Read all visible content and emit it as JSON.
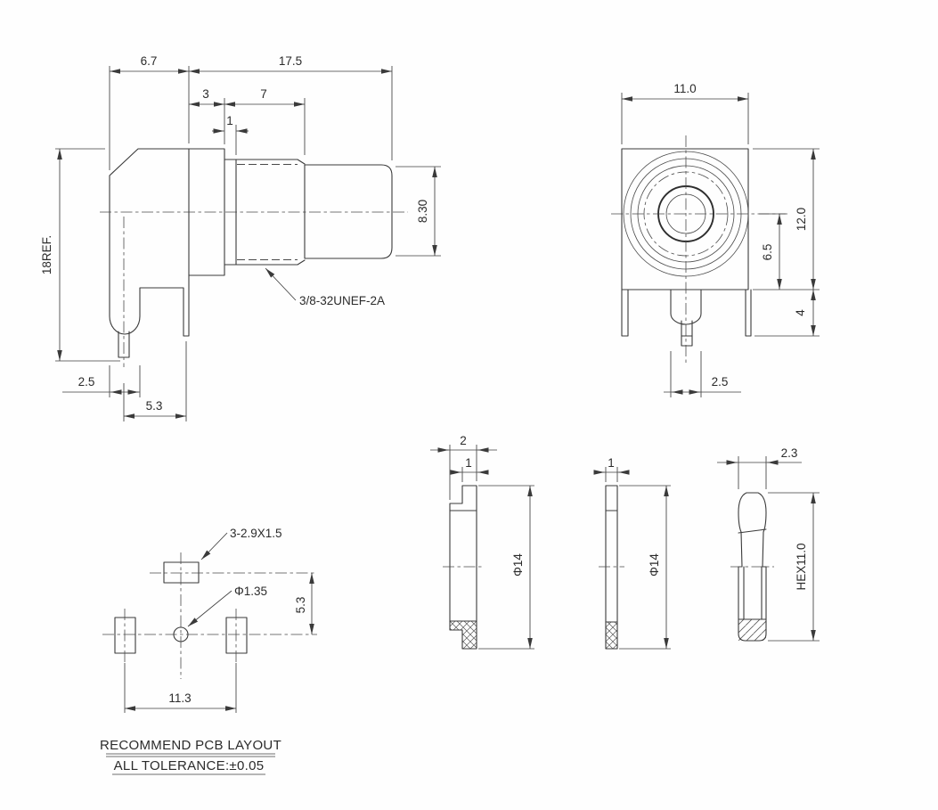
{
  "side": {
    "d67": "6.7",
    "d175": "17.5",
    "d3": "3",
    "d7": "7",
    "d1": "1",
    "d830": "8.30",
    "dref": "18REF.",
    "d25": "2.5",
    "d53": "5.3",
    "thread": "3/8-32UNEF-2A"
  },
  "front": {
    "d110": "11.0",
    "d120": "12.0",
    "d65": "6.5",
    "d4": "4",
    "d25": "2.5"
  },
  "pcb": {
    "pads": "3-2.9X1.5",
    "hole": "Φ1.35",
    "d53": "5.3",
    "d113": "11.3",
    "title": "RECOMMEND PCB LAYOUT",
    "tol": "ALL TOLERANCE:±0.05"
  },
  "washer1": {
    "d2": "2",
    "d1": "1",
    "dia": "Φ14"
  },
  "washer2": {
    "d1": "1",
    "dia": "Φ14"
  },
  "nut": {
    "d23": "2.3",
    "hex": "HEX11.0"
  },
  "colors": {
    "line": "#3a3a3a",
    "background": "#fefefe"
  }
}
